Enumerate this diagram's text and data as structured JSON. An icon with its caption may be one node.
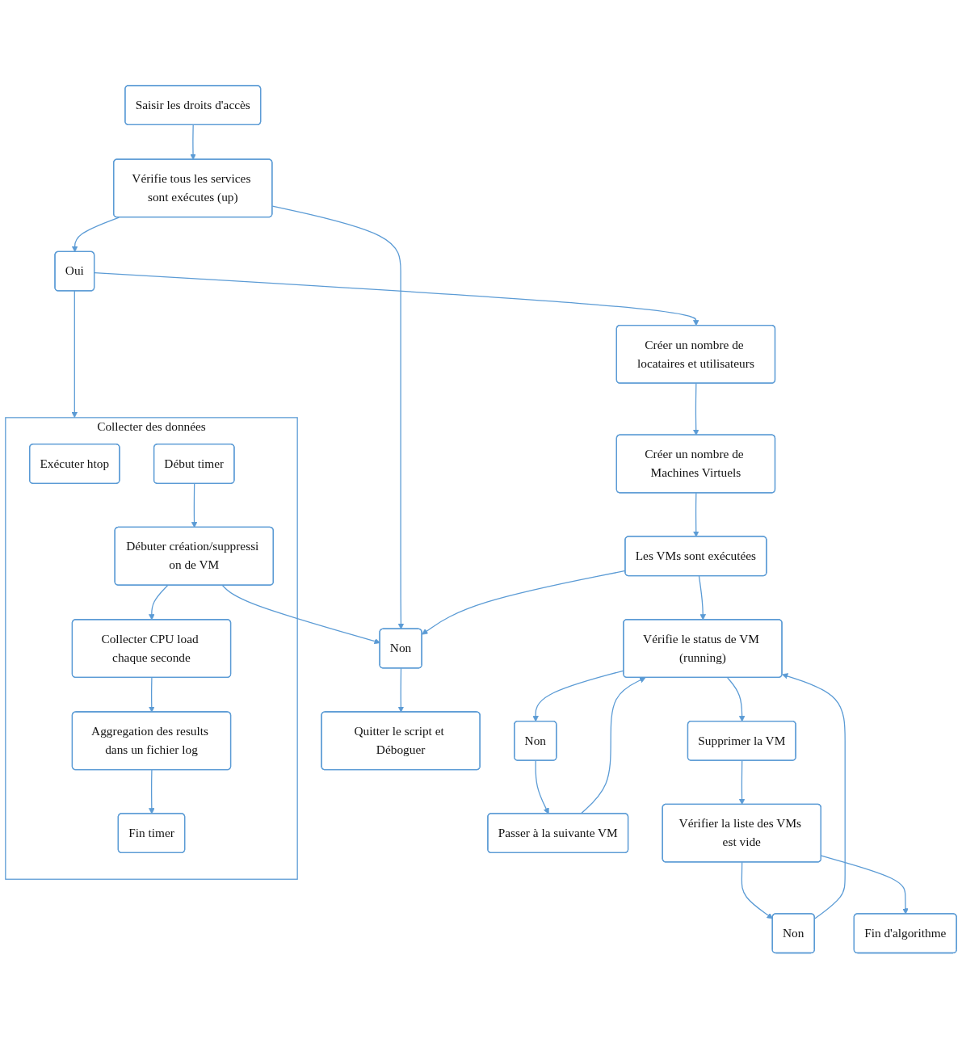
{
  "diagram": {
    "nodes": [
      {
        "text": [
          "Saisir les droits d'accès"
        ]
      },
      {
        "text": [
          "Vérifie tous les services sont exécutes (up)"
        ]
      },
      {
        "text": [
          "Non"
        ]
      },
      {
        "text": [
          "Quitter le script et Déboguer"
        ]
      },
      {
        "text": [
          "Oui"
        ]
      },
      {
        "text": [
          "Créer un nombre de locataires et utilisateurs"
        ]
      },
      {
        "text": [
          "Créer un nombre de Machines Virtuels"
        ]
      },
      {
        "text": [
          "Les VMs sont exécutées"
        ]
      },
      {
        "text": [
          "Collecter des données"
        ]
      },
      {
        "text": [
          "Exécuter htop"
        ],
        "in": 8
      },
      {
        "text": [
          "Début timer"
        ],
        "in": 8
      },
      {
        "text": [
          "Débuter création/suppressi on de VM"
        ],
        "in": 8
      },
      {
        "text": [
          "Collecter CPU load chaque seconde"
        ],
        "in": 8
      },
      {
        "text": [
          "Aggregation des results dans un fichier log"
        ],
        "in": 8
      },
      {
        "text": [
          "Fin timer"
        ],
        "in": 8
      },
      {
        "text": [
          "Vérifie le status de VM (running)"
        ]
      },
      {
        "text": [
          "Non"
        ]
      },
      {
        "text": [
          "Passer à la suivante VM"
        ]
      },
      {
        "text": [
          "Supprimer la VM"
        ]
      },
      {
        "text": [
          "Vérifier la liste des VMs est vide"
        ]
      },
      {
        "text": [
          "Non"
        ]
      },
      {
        "text": [
          "Fin d'algorithme"
        ]
      }
    ],
    "edges": [
      {
        "from": 0,
        "to": 1,
        "arrow": "to"
      },
      {
        "from": 1,
        "to": 2,
        "arrow": "to"
      },
      {
        "from": 2,
        "to": 3,
        "arrow": "to"
      },
      {
        "from": 1,
        "to": 4,
        "arrow": "to"
      },
      {
        "from": 4,
        "to": 5,
        "arrow": "to"
      },
      {
        "from": 4,
        "to": 8,
        "arrow": "to"
      },
      {
        "from": 5,
        "to": 6,
        "arrow": "to"
      },
      {
        "from": 6,
        "to": 7,
        "arrow": "to"
      },
      {
        "from": 7,
        "to": 2,
        "arrow": "to"
      },
      {
        "from": 11,
        "to": 2,
        "arrow": "to"
      },
      {
        "from": 10,
        "to": 11,
        "arrow": "to"
      },
      {
        "from": 11,
        "to": 12,
        "arrow": "to"
      },
      {
        "from": 12,
        "to": 13,
        "arrow": "to"
      },
      {
        "from": 13,
        "to": 14,
        "arrow": "to"
      },
      {
        "from": 7,
        "to": 15,
        "arrow": "to"
      },
      {
        "from": 15,
        "to": 16,
        "arrow": "to"
      },
      {
        "from": 16,
        "to": 17,
        "arrow": "to"
      },
      {
        "from": 17,
        "to": 15,
        "arrow": "to"
      },
      {
        "from": 15,
        "to": 18,
        "arrow": "to"
      },
      {
        "from": 18,
        "to": 19,
        "arrow": "to"
      },
      {
        "from": 19,
        "to": 20,
        "arrow": "to"
      },
      {
        "from": 20,
        "to": 15,
        "arrow": "to"
      },
      {
        "from": 19,
        "to": 21,
        "arrow": "to"
      }
    ]
  }
}
